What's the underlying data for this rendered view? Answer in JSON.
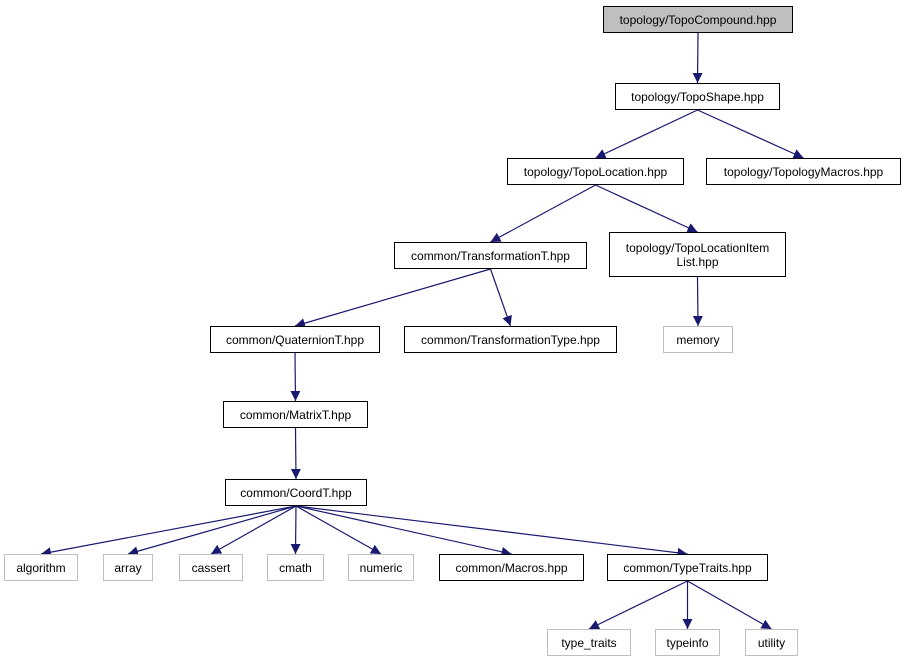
{
  "colors": {
    "edge": "#191970",
    "root_fill": "#bfbfbf",
    "ext_border": "#bfbfbf",
    "node_border": "#000000"
  },
  "nodes": {
    "topo_compound": {
      "lines": [
        "topology/TopoCompound.hpp"
      ],
      "kind": "root"
    },
    "topo_shape": {
      "lines": [
        "topology/TopoShape.hpp"
      ],
      "kind": "link"
    },
    "topo_location": {
      "lines": [
        "topology/TopoLocation.hpp"
      ],
      "kind": "link"
    },
    "topology_macros": {
      "lines": [
        "topology/TopologyMacros.hpp"
      ],
      "kind": "link"
    },
    "transformation_t": {
      "lines": [
        "common/TransformationT.hpp"
      ],
      "kind": "link"
    },
    "topo_location_item_list": {
      "lines": [
        "topology/TopoLocationItem",
        "List.hpp"
      ],
      "kind": "link"
    },
    "quaternion_t": {
      "lines": [
        "common/QuaternionT.hpp"
      ],
      "kind": "link"
    },
    "transformation_type": {
      "lines": [
        "common/TransformationType.hpp"
      ],
      "kind": "link"
    },
    "memory": {
      "lines": [
        "memory"
      ],
      "kind": "ext"
    },
    "matrix_t": {
      "lines": [
        "common/MatrixT.hpp"
      ],
      "kind": "link"
    },
    "coord_t": {
      "lines": [
        "common/CoordT.hpp"
      ],
      "kind": "link"
    },
    "algorithm": {
      "lines": [
        "algorithm"
      ],
      "kind": "ext"
    },
    "array": {
      "lines": [
        "array"
      ],
      "kind": "ext"
    },
    "cassert": {
      "lines": [
        "cassert"
      ],
      "kind": "ext"
    },
    "cmath": {
      "lines": [
        "cmath"
      ],
      "kind": "ext"
    },
    "numeric": {
      "lines": [
        "numeric"
      ],
      "kind": "ext"
    },
    "macros": {
      "lines": [
        "common/Macros.hpp"
      ],
      "kind": "link"
    },
    "type_traits_hpp": {
      "lines": [
        "common/TypeTraits.hpp"
      ],
      "kind": "link"
    },
    "type_traits": {
      "lines": [
        "type_traits"
      ],
      "kind": "ext"
    },
    "typeinfo": {
      "lines": [
        "typeinfo"
      ],
      "kind": "ext"
    },
    "utility": {
      "lines": [
        "utility"
      ],
      "kind": "ext"
    }
  },
  "edges": [
    [
      "topo_compound",
      "topo_shape"
    ],
    [
      "topo_shape",
      "topo_location"
    ],
    [
      "topo_shape",
      "topology_macros"
    ],
    [
      "topo_location",
      "transformation_t"
    ],
    [
      "topo_location",
      "topo_location_item_list"
    ],
    [
      "transformation_t",
      "quaternion_t"
    ],
    [
      "transformation_t",
      "transformation_type"
    ],
    [
      "topo_location_item_list",
      "memory"
    ],
    [
      "quaternion_t",
      "matrix_t"
    ],
    [
      "matrix_t",
      "coord_t"
    ],
    [
      "coord_t",
      "algorithm"
    ],
    [
      "coord_t",
      "array"
    ],
    [
      "coord_t",
      "cassert"
    ],
    [
      "coord_t",
      "cmath"
    ],
    [
      "coord_t",
      "numeric"
    ],
    [
      "coord_t",
      "macros"
    ],
    [
      "coord_t",
      "type_traits_hpp"
    ],
    [
      "type_traits_hpp",
      "type_traits"
    ],
    [
      "type_traits_hpp",
      "typeinfo"
    ],
    [
      "type_traits_hpp",
      "utility"
    ]
  ]
}
